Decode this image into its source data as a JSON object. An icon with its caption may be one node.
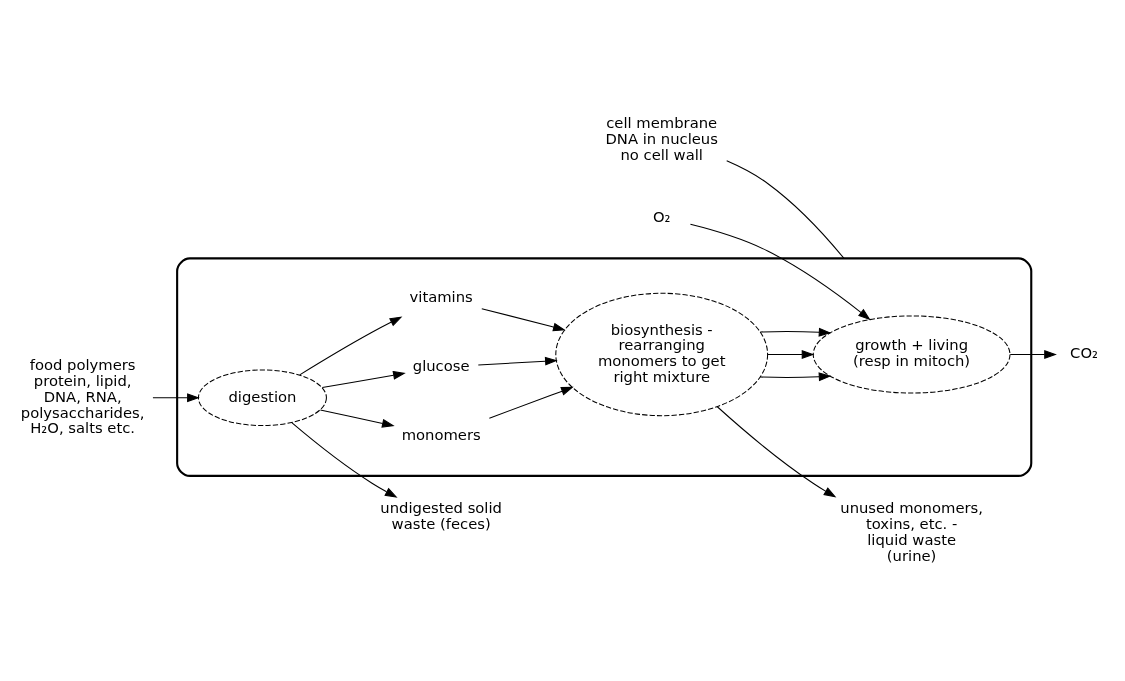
{
  "diagram": {
    "nodes": [
      {
        "text": [],
        "shape": "box"
      },
      {
        "text": [
          "food polymers",
          "protein, lipid, DNA, RNA, polysaccharides, H₂O, salts etc."
        ]
      },
      {
        "text": [
          "digestion"
        ],
        "in": 0
      },
      {
        "text": [
          "monomers"
        ],
        "in": 0
      },
      {
        "text": [
          "glucose"
        ],
        "in": 0
      },
      {
        "text": [
          "vitamins"
        ],
        "in": 0
      },
      {
        "text": [
          "biosynthesis - rearranging monomers to get right mixture"
        ],
        "in": 0
      },
      {
        "text": [
          "growth + living (resp in mitoch)"
        ],
        "in": 0
      },
      {
        "text": [
          "undigested solid waste (feces)"
        ]
      },
      {
        "text": [
          "unused monomers, toxins, etc. - liquid waste (urine)"
        ]
      },
      {
        "text": [
          "cell membrane",
          "DNA in nucleus",
          "no cell wall"
        ]
      },
      {
        "text": [
          "O₂"
        ]
      },
      {
        "text": [
          "CO₂"
        ]
      }
    ],
    "edges": [
      {
        "from": 1,
        "to": 2,
        "arrow": "to"
      },
      {
        "from": 2,
        "to": 3,
        "arrow": "to"
      },
      {
        "from": 2,
        "to": 4,
        "arrow": "to"
      },
      {
        "from": 2,
        "to": 5,
        "arrow": "to"
      },
      {
        "from": 3,
        "to": 6,
        "arrow": "to"
      },
      {
        "from": 4,
        "to": 6,
        "arrow": "to"
      },
      {
        "from": 5,
        "to": 6,
        "arrow": "to"
      },
      {
        "from": 2,
        "to": 8,
        "arrow": "to"
      },
      {
        "from": 6,
        "to": 9,
        "arrow": "to"
      },
      {
        "from": 6,
        "to": 7,
        "arrow": "to"
      },
      {
        "from": 6,
        "to": 7,
        "arrow": "to"
      },
      {
        "from": 6,
        "to": 7,
        "arrow": "to"
      },
      {
        "from": 10,
        "to": 0,
        "arrow": "none"
      },
      {
        "from": 11,
        "to": 7,
        "arrow": "to"
      },
      {
        "from": 7,
        "to": 12,
        "arrow": "to"
      }
    ]
  }
}
